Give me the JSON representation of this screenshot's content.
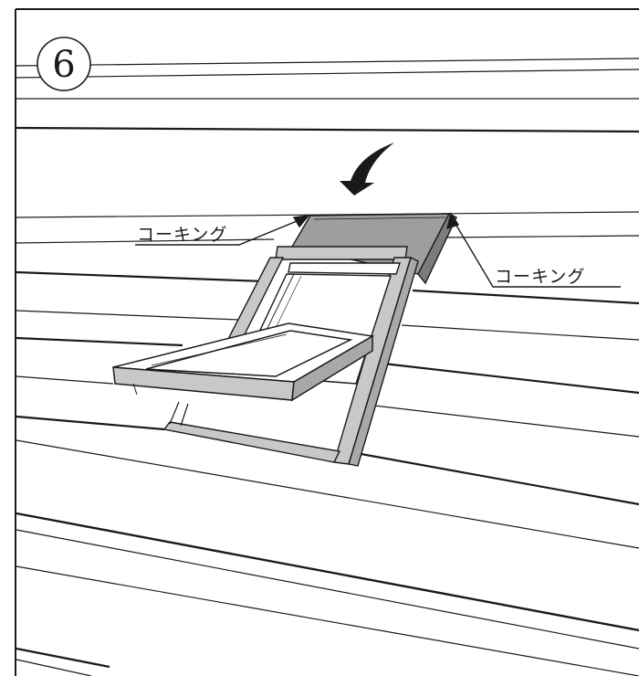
{
  "step": {
    "number": "6",
    "symbol": "⑥"
  },
  "labels": {
    "caulking_left": "コーキング",
    "caulking_right": "コーキング"
  },
  "colors": {
    "line": "#1a1a1a",
    "flashing_fill": "#9e9e9e",
    "frame_fill": "#c8c8c8",
    "arrow_fill": "#1a1a1a"
  },
  "icons": {
    "direction_arrow": "curved-down-arrow-icon"
  }
}
